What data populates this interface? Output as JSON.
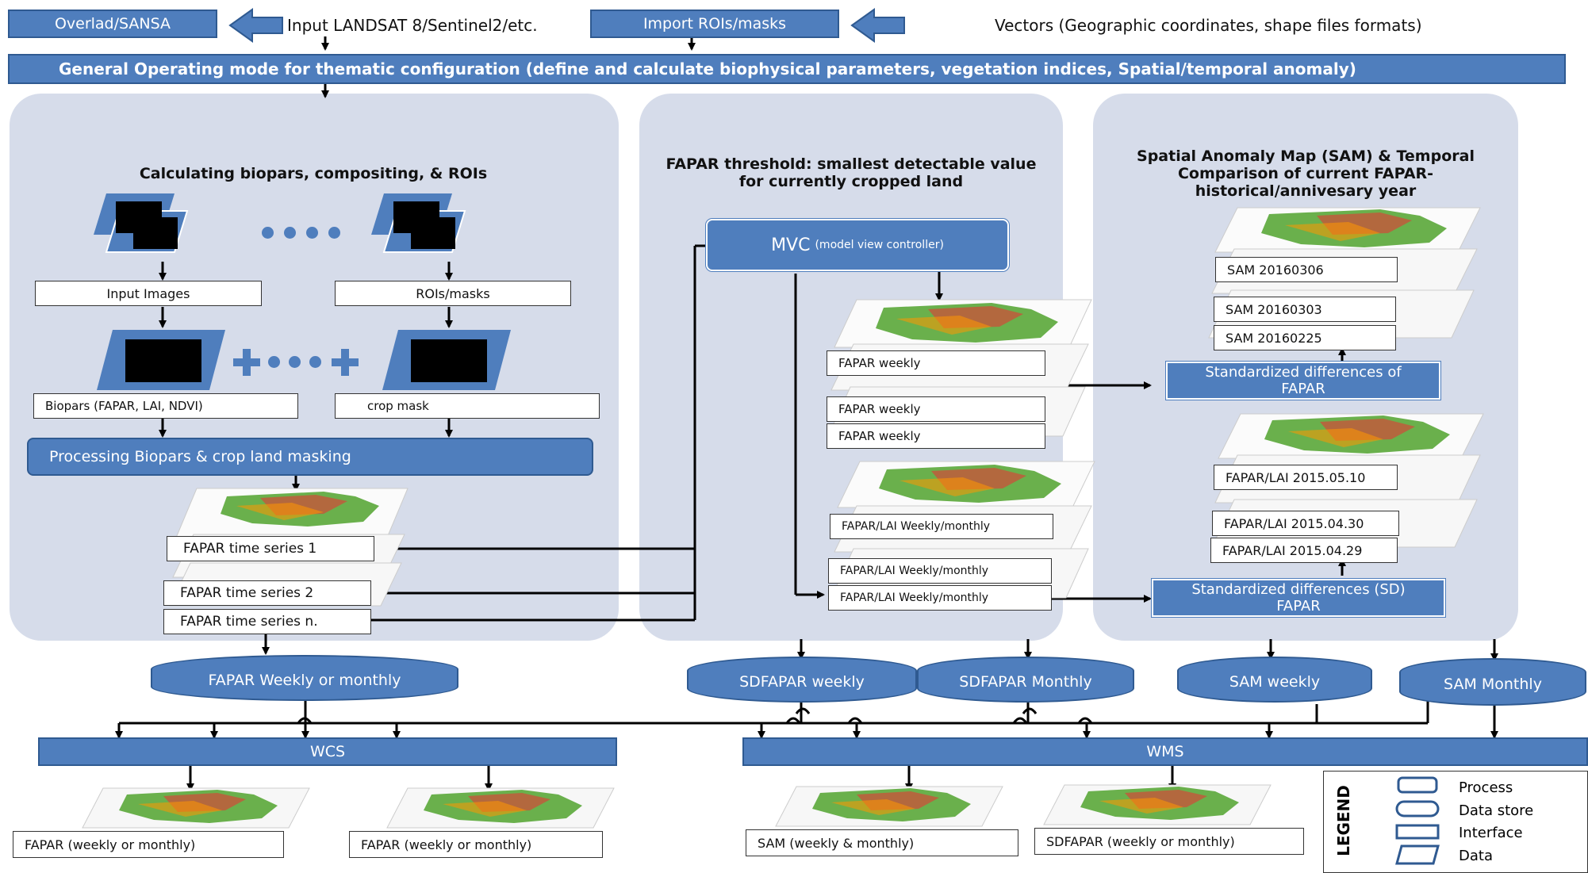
{
  "top": {
    "overlad": "Overlad/SANSA",
    "input_text": "Input LANDSAT 8/Sentinel2/etc.",
    "import": "Import ROIs/masks",
    "vectors": "Vectors (Geographic coordinates, shape files formats)",
    "general": "General Operating mode for thematic configuration (define and calculate biophysical parameters, vegetation indices, Spatial/temporal anomaly)"
  },
  "left": {
    "heading": "Calculating biopars, compositing, & ROIs",
    "input_images": "Input Images",
    "rois_masks": "ROIs/masks",
    "biopars": "Biopars (FAPAR, LAI, NDVI)",
    "crop_mask": "crop mask",
    "processing": "Processing Biopars & crop land masking",
    "series": [
      "FAPAR time series 1",
      "FAPAR time series 2",
      "FAPAR time series n."
    ]
  },
  "middle": {
    "heading_line1": "FAPAR  threshold:  smallest detectable value",
    "heading_line2": "for currently cropped land",
    "mvc": "MVC",
    "mvc_sub": "(model view controller)",
    "fapar_weekly": [
      "FAPAR weekly",
      "FAPAR weekly",
      "FAPAR weekly"
    ],
    "lai_weekly": [
      "FAPAR/LAI Weekly/monthly",
      "FAPAR/LAI Weekly/monthly",
      "FAPAR/LAI Weekly/monthly"
    ]
  },
  "right": {
    "heading_line1": "Spatial Anomaly Map (SAM) & Temporal",
    "heading_line2": "Comparison of current FAPAR-",
    "heading_line3": "historical/annivesary year",
    "sam": [
      "SAM 20160306",
      "SAM 20160303",
      "SAM 20160225"
    ],
    "std_fapar_l1": "Standardized differences of",
    "std_fapar_l2": "FAPAR",
    "lai": [
      "FAPAR/LAI 2015.05.10",
      "FAPAR/LAI 2015.04.30",
      "FAPAR/LAI 2015.04.29"
    ],
    "std_sd_l1": "Standardized differences (SD)",
    "std_sd_l2": "FAPAR"
  },
  "stores": {
    "fapar": "FAPAR Weekly or monthly",
    "sdfapar_weekly": "SDFAPAR weekly",
    "sdfapar_monthly": "SDFAPAR Monthly",
    "sam_weekly": "SAM weekly",
    "sam_monthly": "SAM Monthly"
  },
  "interfaces": {
    "wcs": "WCS",
    "wms": "WMS"
  },
  "outputs": {
    "wcs1": "FAPAR (weekly or monthly)",
    "wcs2": "FAPAR (weekly or monthly)",
    "wms1": "SAM (weekly & monthly)",
    "wms2": "SDFAPAR (weekly or monthly)"
  },
  "legend": {
    "title": "LEGEND",
    "items": [
      "Process",
      "Data store",
      "Interface",
      "Data"
    ]
  },
  "colors": {
    "accent": "#4f7ebd",
    "panel": "#d6dcea",
    "border": "#2f5a91"
  }
}
